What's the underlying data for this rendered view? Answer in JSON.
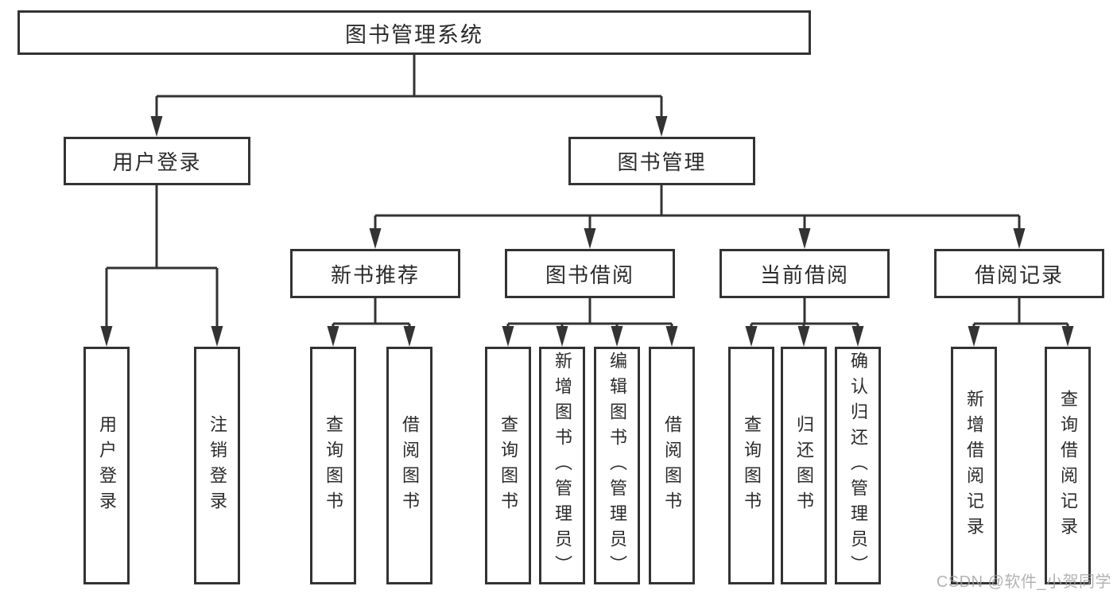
{
  "tree": {
    "label": "图书管理系统",
    "children": [
      {
        "label": "用户登录",
        "children": [
          {
            "label": "用户登录"
          },
          {
            "label": "注销登录"
          }
        ]
      },
      {
        "label": "图书管理",
        "children": [
          {
            "label": "新书推荐",
            "children": [
              {
                "label": "查询图书"
              },
              {
                "label": "借阅图书"
              }
            ]
          },
          {
            "label": "图书借阅",
            "children": [
              {
                "label": "查询图书"
              },
              {
                "label": "新增图书（管理员）"
              },
              {
                "label": "编辑图书（管理员）"
              },
              {
                "label": "借阅图书"
              }
            ]
          },
          {
            "label": "当前借阅",
            "children": [
              {
                "label": "查询图书"
              },
              {
                "label": "归还图书"
              },
              {
                "label": "确认归还（管理员）"
              }
            ]
          },
          {
            "label": "借阅记录",
            "children": [
              {
                "label": "新增借阅记录"
              },
              {
                "label": "查询借阅记录"
              }
            ]
          }
        ]
      }
    ]
  },
  "watermark": {
    "text": "CSDN @软件_小贺同学"
  },
  "colors": {
    "line": "#333333",
    "box_border": "#333333",
    "box_fill": "#ffffff",
    "text": "#2b2b2b",
    "watermark": "#9f9f9f",
    "background": "#ffffff"
  }
}
